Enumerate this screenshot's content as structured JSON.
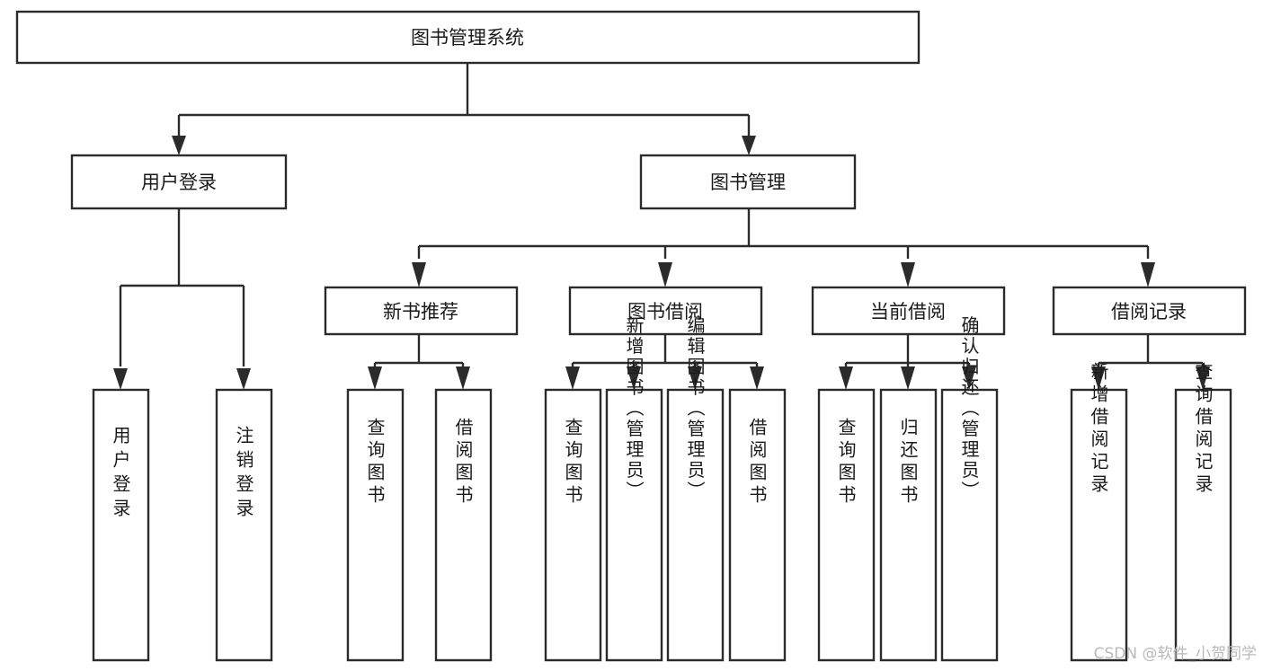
{
  "diagram": {
    "title": "图书管理系统",
    "type": "tree",
    "orientation": "top-down",
    "colors": {
      "background": "#ffffff",
      "box_fill": "#ffffff",
      "box_stroke": "#2b2b2b",
      "text": "#1a1a1a",
      "watermark": "#b9b9b9"
    },
    "root": {
      "label": "图书管理系统"
    },
    "level2": [
      {
        "label": "用户登录"
      },
      {
        "label": "图书管理"
      }
    ],
    "level3": [
      {
        "label": "新书推荐"
      },
      {
        "label": "图书借阅"
      },
      {
        "label": "当前借阅"
      },
      {
        "label": "借阅记录"
      }
    ],
    "leaves": {
      "user_login": [
        {
          "label": "用户登录"
        },
        {
          "label": "注销登录"
        }
      ],
      "new_book_recommend": [
        {
          "label": "查询图书"
        },
        {
          "label": "借阅图书"
        }
      ],
      "book_borrow": [
        {
          "label": "查询图书"
        },
        {
          "label": "新增图书（管理员）"
        },
        {
          "label": "编辑图书（管理员）"
        },
        {
          "label": "借阅图书"
        }
      ],
      "current_borrow": [
        {
          "label": "查询图书"
        },
        {
          "label": "归还图书"
        },
        {
          "label": "确认归还（管理员）"
        }
      ],
      "borrow_record": [
        {
          "label": "新增借阅记录"
        },
        {
          "label": "查询借阅记录"
        }
      ]
    },
    "watermark": "CSDN @软件_小贺同学"
  }
}
